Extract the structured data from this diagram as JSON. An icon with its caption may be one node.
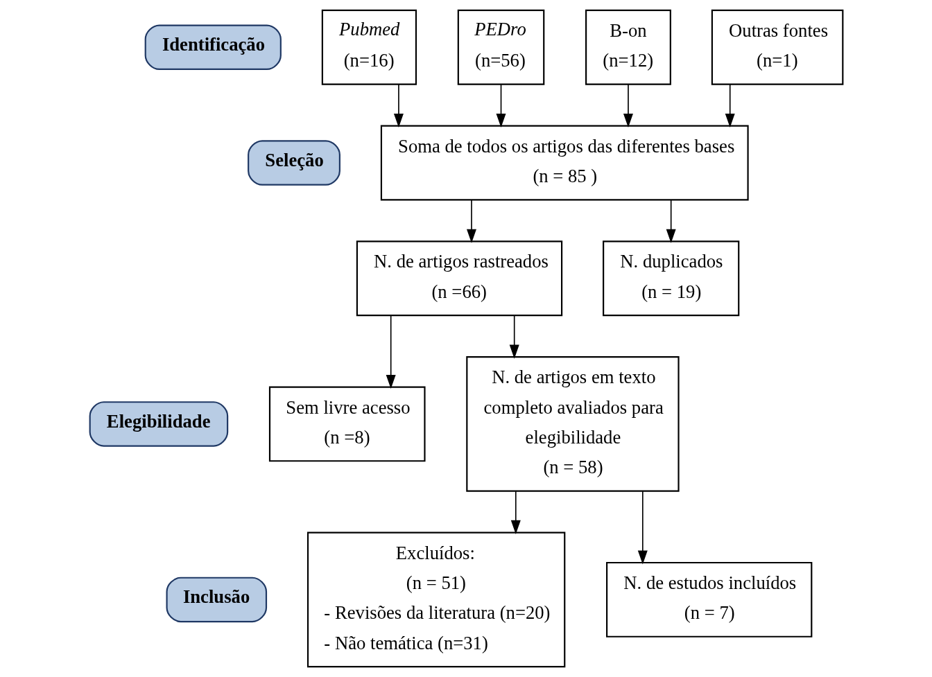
{
  "diagram": {
    "nodes": [
      {
        "text": [
          "Identificação"
        ]
      },
      {
        "text": [
          "Seleção"
        ]
      },
      {
        "text": [
          "Elegibilidade"
        ]
      },
      {
        "text": [
          "Inclusão"
        ]
      },
      {
        "text": [
          "Pubmed",
          "(n=16)"
        ]
      },
      {
        "text": [
          "PEDro",
          "(n=56)"
        ]
      },
      {
        "text": [
          "B-on",
          "(n=12)"
        ]
      },
      {
        "text": [
          "Outras fontes",
          "(n=1)"
        ]
      },
      {
        "text": [
          "Soma de todos os artigos das diferentes bases",
          "(n = 85 )"
        ]
      },
      {
        "text": [
          "N. de artigos rastreados",
          "(n =66)"
        ]
      },
      {
        "text": [
          "N. duplicados",
          "(n = 19)"
        ]
      },
      {
        "text": [
          "Sem livre acesso",
          "(n =8)"
        ]
      },
      {
        "text": [
          "N. de artigos em texto completo avaliados para elegibilidade",
          "(n = 58)"
        ]
      },
      {
        "text": [
          "Excluídos:",
          "(n = 51)",
          "- Revisões da literatura (n=20)",
          "- Não temática (n=31)"
        ]
      },
      {
        "text": [
          "N. de estudos incluídos",
          "(n = 7)"
        ]
      }
    ],
    "edges": [
      {
        "from": 4,
        "to": 8,
        "arrow": "to"
      },
      {
        "from": 5,
        "to": 8,
        "arrow": "to"
      },
      {
        "from": 6,
        "to": 8,
        "arrow": "to"
      },
      {
        "from": 7,
        "to": 8,
        "arrow": "to"
      },
      {
        "from": 8,
        "to": 9,
        "arrow": "to"
      },
      {
        "from": 8,
        "to": 10,
        "arrow": "to"
      },
      {
        "from": 9,
        "to": 12,
        "arrow": "to"
      },
      {
        "from": 9,
        "to": 11,
        "arrow": "to"
      },
      {
        "from": 12,
        "to": 14,
        "arrow": "to"
      },
      {
        "from": 12,
        "to": 13,
        "arrow": "to"
      }
    ]
  }
}
